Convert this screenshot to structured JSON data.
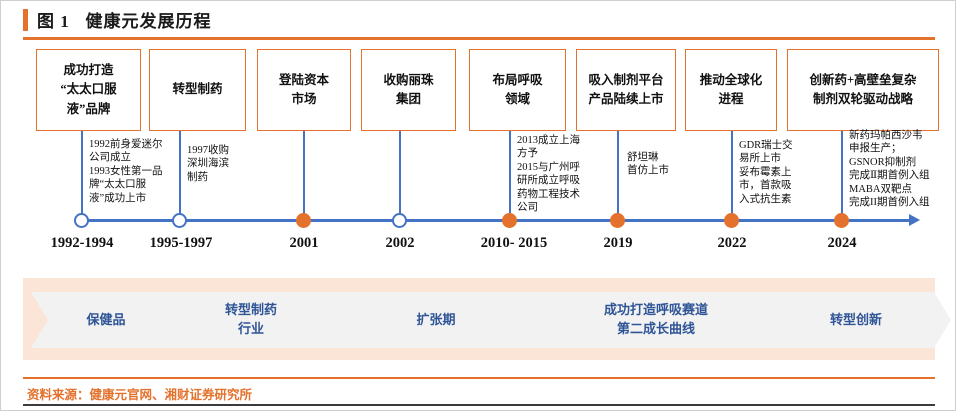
{
  "figure": {
    "label": "图 1",
    "title": "健康元发展历程",
    "accent_color": "#E4712C",
    "axis_color": "#4472C4",
    "band_color": "#FBE5D6",
    "chevron_color": "#F2F2F2",
    "chevron_text_color": "#2F5597"
  },
  "events": [
    {
      "box": "成功打造\n“太太口服\n液”品牌",
      "note": "1992前身爱迷尔\n公司成立\n1993女性第一品\n牌“太太口服\n液”成功上市",
      "year": "1992-1994",
      "marker": "hollow"
    },
    {
      "box": "转型制药",
      "note": "1997收购\n深圳海滨\n制药",
      "year": "1995-1997",
      "marker": "hollow"
    },
    {
      "box": "登陆资本\n市场",
      "note": "",
      "year": "2001",
      "marker": "solid"
    },
    {
      "box": "收购丽珠\n集团",
      "note": "",
      "year": "2002",
      "marker": "hollow"
    },
    {
      "box": "布局呼吸\n领域",
      "note": "2013成立上海\n方予\n2015与广州呼\n研所成立呼吸\n药物工程技术\n公司",
      "year": "2010- 2015",
      "marker": "solid"
    },
    {
      "box": "吸入制剂平台\n产品陆续上市",
      "note": "舒坦琳\n首仿上市",
      "year": "2019",
      "marker": "solid"
    },
    {
      "box": "推动全球化\n进程",
      "note": "GDR瑞士交\n易所上市\n妥布霉素上\n市，首款吸\n入式抗生素",
      "year": "2022",
      "marker": "solid"
    },
    {
      "box": "创新药+高壁垒复杂\n制剂双轮驱动战略",
      "note": "新药玛帕西沙韦\n申报生产；\nGSNOR抑制剂\n完成Ⅱ期首例入组\nMABA双靶点\n完成II期首例入组",
      "year": "2024",
      "marker": "solid"
    }
  ],
  "phases": [
    {
      "label": "保健品"
    },
    {
      "label": "转型制药\n行业"
    },
    {
      "label": "扩张期"
    },
    {
      "label": "成功打造呼吸赛道\n第二成长曲线"
    },
    {
      "label": "转型创新"
    }
  ],
  "footer": {
    "source": "资料来源：健康元官网、湘财证券研究所"
  }
}
